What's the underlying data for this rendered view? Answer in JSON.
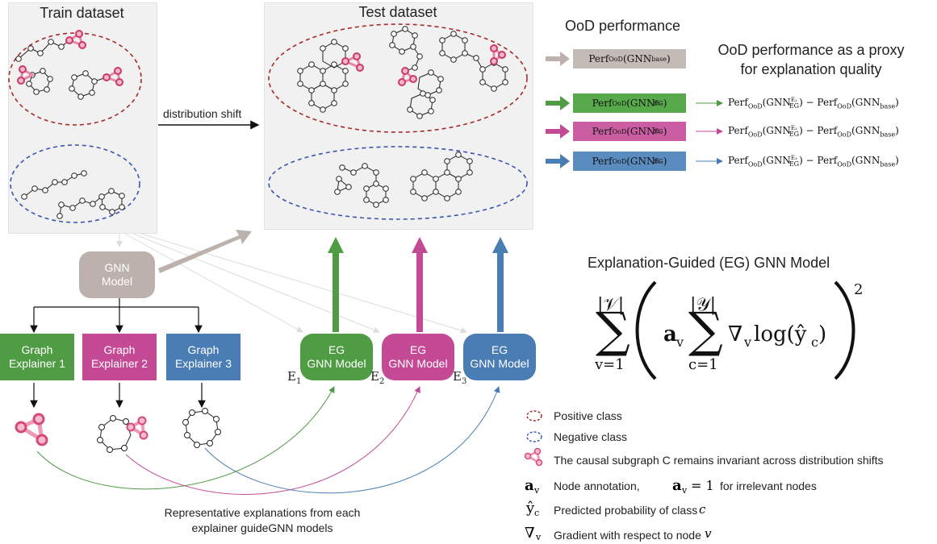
{
  "train": {
    "title": "Train dataset"
  },
  "test": {
    "title": "Test dataset"
  },
  "shift_label": "distribution shift",
  "ood": {
    "title": "OoD performance",
    "proxy_title_1": "OoD performance as a proxy",
    "proxy_title_2": "for explanation quality",
    "base": "Perf",
    "rows": [
      {
        "color": "#bcb1ac"
      },
      {
        "color": "#4f9c45"
      },
      {
        "color": "#c44a96"
      },
      {
        "color": "#4a7db3"
      }
    ]
  },
  "gnn_model": {
    "line1": "GNN",
    "line2": "Model"
  },
  "explainers": [
    {
      "line1": "Graph",
      "line2": "Explainer 1",
      "color": "#4f9c45"
    },
    {
      "line1": "Graph",
      "line2": "Explainer 2",
      "color": "#c44a96"
    },
    {
      "line1": "Graph",
      "line2": "Explainer 3",
      "color": "#4a7db3"
    }
  ],
  "eg_models": [
    {
      "line1": "EG",
      "line2": "GNN Model",
      "sub": "E",
      "idx": "1",
      "color": "#4f9c45"
    },
    {
      "line1": "EG",
      "line2": "GNN Model",
      "sub": "E",
      "idx": "2",
      "color": "#c44a96"
    },
    {
      "line1": "EG",
      "line2": "GNN Model",
      "sub": "E",
      "idx": "3",
      "color": "#4a7db3"
    }
  ],
  "eg_title": "Explanation-Guided (EG) GNN Model",
  "explanations_caption_1": "Representative explanations from each",
  "explanations_caption_2": "explainer guideGNN models",
  "legend": {
    "positive": "Positive class",
    "negative": "Negative class",
    "causal": "The causal subgraph C remains invariant across distribution shifts",
    "annotation": "Node annotation,",
    "annotation_tail": "for irrelevant nodes",
    "predicted": "Predicted probability of class",
    "gradient": "Gradient with respect to node"
  }
}
